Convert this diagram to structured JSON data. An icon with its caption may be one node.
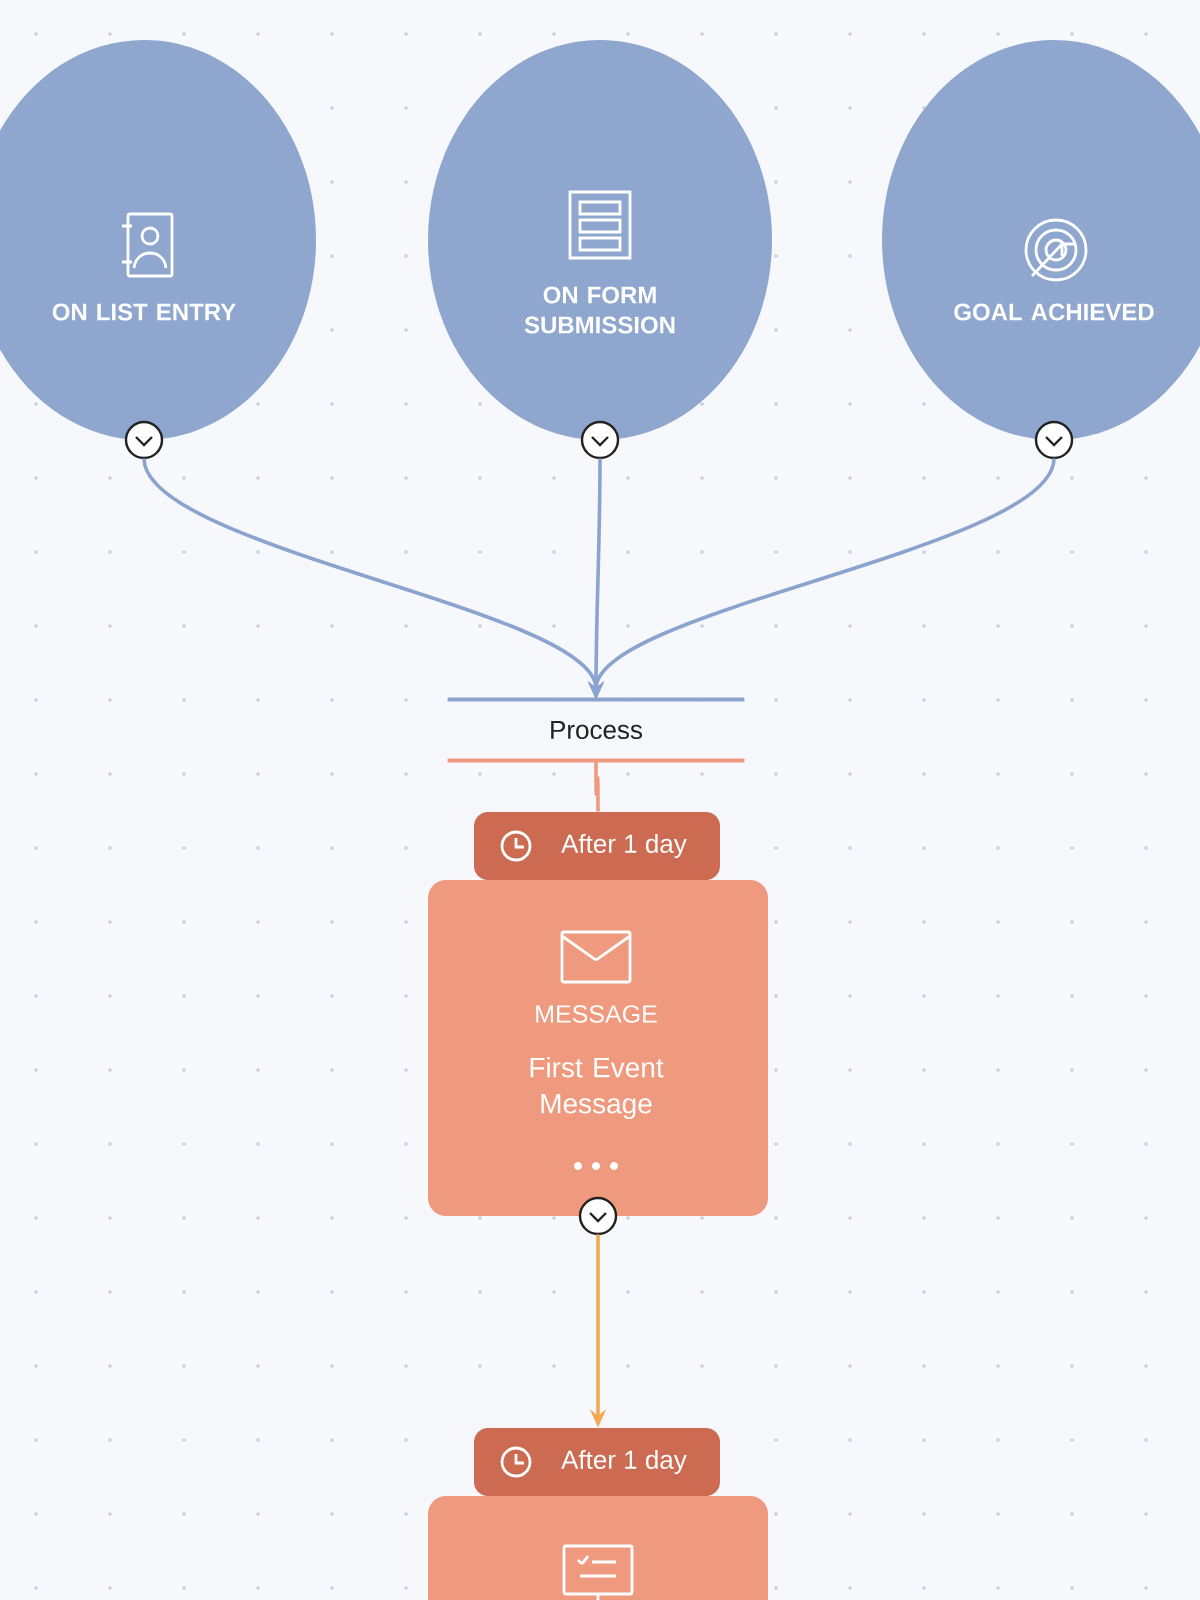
{
  "diagram": {
    "nodes": [
      {
        "text": [
          "ON LIST ENTRY"
        ]
      },
      {
        "text": [
          "ON FORM SUBMISSION"
        ]
      },
      {
        "text": [
          "GOAL ACHIEVED"
        ]
      },
      {
        "text": [
          "Process"
        ]
      },
      {
        "text": [
          "After 1 day",
          "MESSAGE",
          "First Event Message"
        ]
      },
      {
        "text": [
          "After 1 day"
        ]
      }
    ],
    "edges": [
      {
        "from": 0,
        "to": 3,
        "arrow": "to"
      },
      {
        "from": 1,
        "to": 3,
        "arrow": "to"
      },
      {
        "from": 2,
        "to": 3,
        "arrow": "to"
      },
      {
        "from": 3,
        "to": 4,
        "arrow": "none",
        "color": "#ef9a7e"
      },
      {
        "from": 4,
        "to": 5,
        "arrow": "to",
        "color": "#f2a94f"
      }
    ]
  }
}
